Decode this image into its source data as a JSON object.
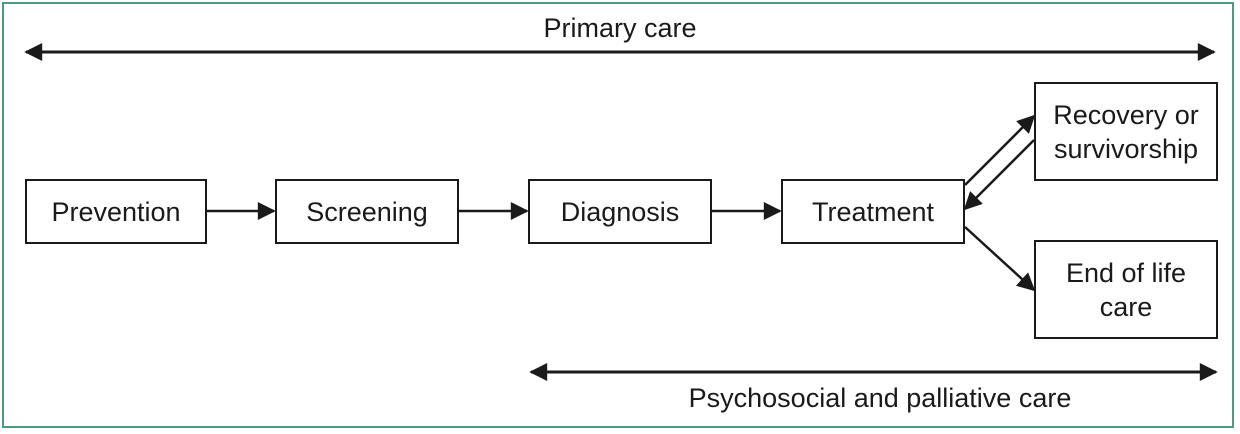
{
  "diagram": {
    "top_span_label": "Primary care",
    "bottom_span_label": "Psychosocial and palliative care",
    "stages": {
      "prevention": "Prevention",
      "screening": "Screening",
      "diagnosis": "Diagnosis",
      "treatment": "Treatment",
      "recovery": "Recovery or\nsurvivorship",
      "end_of_life": "End of life\ncare"
    },
    "colors": {
      "frame": "#4f9a7c",
      "ink": "#1a1a1a"
    }
  }
}
